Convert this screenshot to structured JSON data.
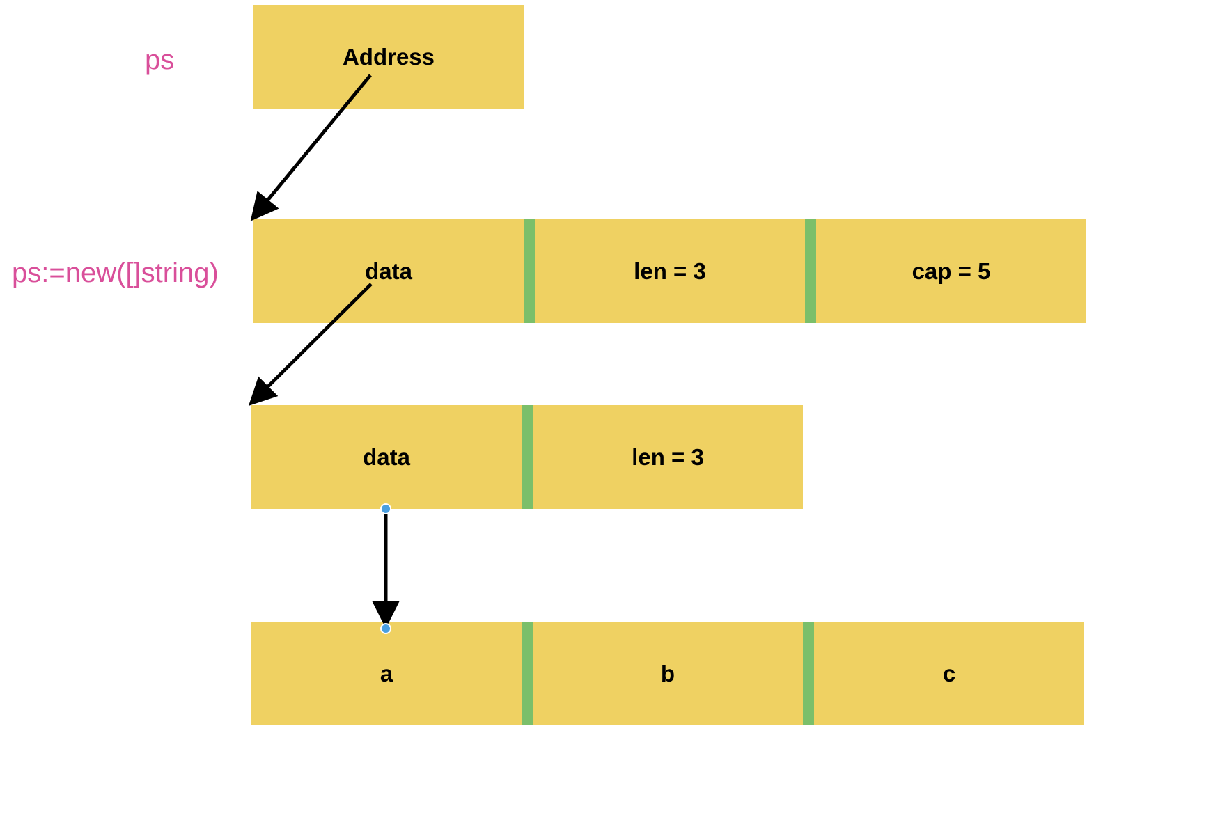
{
  "labels": {
    "ps": "ps",
    "ps_new": "ps:=new([]string)"
  },
  "rows": {
    "pointer": {
      "cells": [
        "Address"
      ]
    },
    "slice_header": {
      "cells": [
        "data",
        "len = 3",
        "cap = 5"
      ]
    },
    "string_header": {
      "cells": [
        "data",
        "len = 3"
      ]
    },
    "bytes": {
      "cells": [
        "a",
        "b",
        "c"
      ]
    }
  },
  "colors": {
    "cell": "#efd162",
    "separator": "#7bbf6a",
    "label": "#d94f9a",
    "arrow": "#000000",
    "handle": "#4a9fe0"
  }
}
